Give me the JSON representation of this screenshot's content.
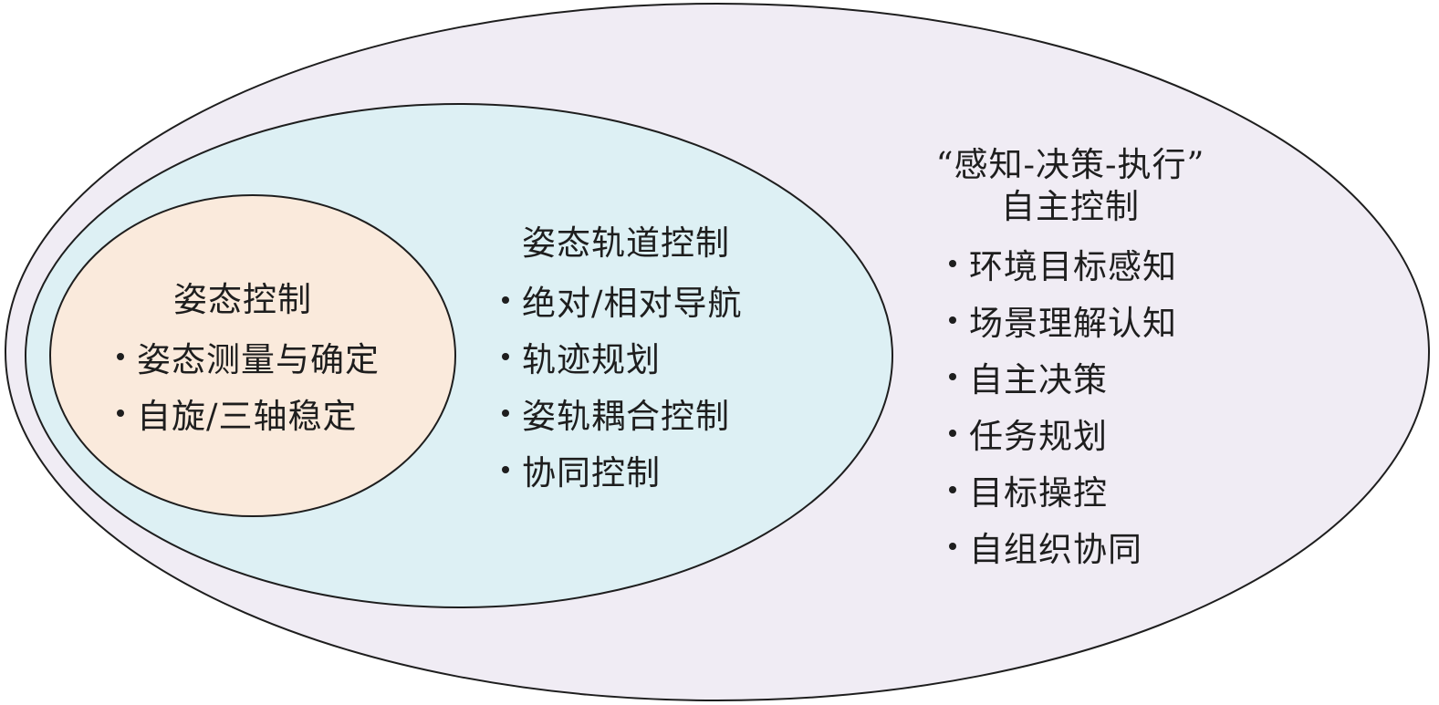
{
  "diagram": {
    "colors": {
      "outer_fill": "#f0ecf4",
      "middle_fill": "#ddf0f4",
      "inner_fill": "#faeadc",
      "stroke": "#1e1e1e",
      "text": "#1e1e1e"
    },
    "regions": {
      "attitude": {
        "title": "姿态控制",
        "items": [
          "姿态测量与确定",
          "自旋/三轴稳定"
        ]
      },
      "orbit": {
        "title": "姿态轨道控制",
        "items": [
          "绝对/相对导航",
          "轨迹规划",
          "姿轨耦合控制",
          "协同控制"
        ]
      },
      "autonomy": {
        "title_line1": "“感知-决策-执行”",
        "title_line2": "自主控制",
        "items": [
          "环境目标感知",
          "场景理解认知",
          "自主决策",
          "任务规划",
          "目标操控",
          "自组织协同"
        ]
      }
    }
  }
}
